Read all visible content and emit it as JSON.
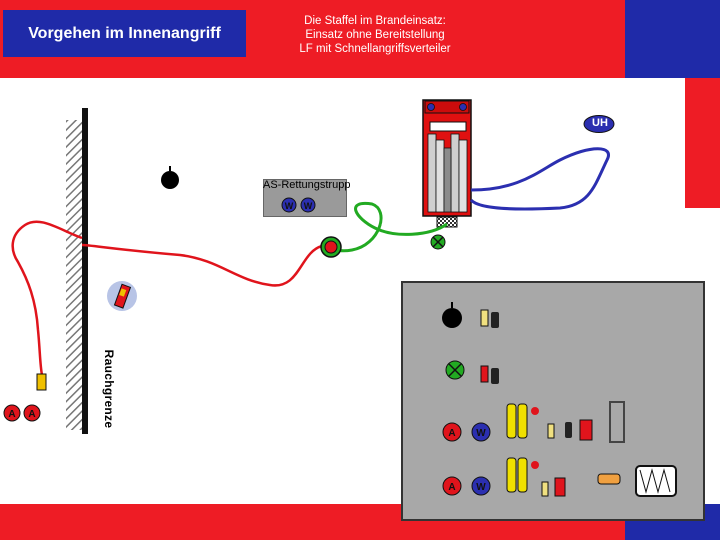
{
  "header": {
    "title": "Vorgehen im Innenangriff",
    "subtitle_lines": [
      "Die Staffel im Brandeinsatz:",
      "Einsatz ohne Bereitstellung",
      "LF mit Schnellangriffsverteiler"
    ]
  },
  "labels": {
    "rescue_team": "AS-Rettungstrupp",
    "smoke_border": "Rauchgrenze",
    "hydrant": "UH"
  },
  "symbols": {
    "attack_letter": "A",
    "water_letter": "W"
  },
  "colors": {
    "frame_red": "#ee1c25",
    "frame_blue": "#1f2aa8",
    "hose_red": "#e0141c",
    "hose_green": "#22aa22",
    "hose_blue": "#2b2fb0",
    "truck_red": "#e01010",
    "legend_gray": "#a8a8a8"
  }
}
